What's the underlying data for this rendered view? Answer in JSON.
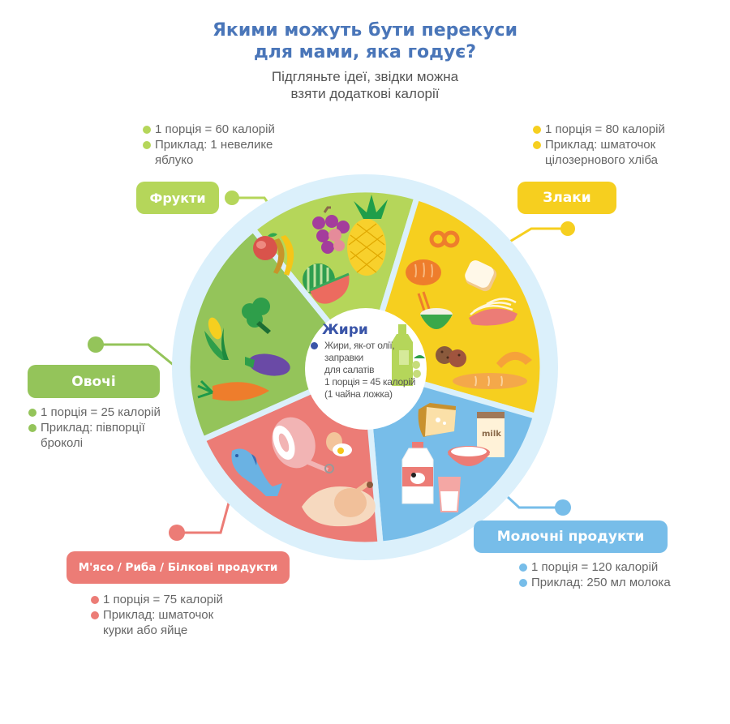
{
  "header": {
    "title_line1": "Якими можуть бути перекуси",
    "title_line2": "для мами, яка годує?",
    "subtitle_line1": "Підгляньте ідеї, звідки можна",
    "subtitle_line2": "взяти додаткові калорії"
  },
  "colors": {
    "fruits": "#b5d65a",
    "grains": "#f6cf1f",
    "dairy": "#77bde9",
    "protein": "#ec7c76",
    "vegetables": "#94c45a",
    "ring": "#dbf0fb",
    "fats_accent": "#3a55a8"
  },
  "chart_data": {
    "type": "pie",
    "title": "Якими можуть бути перекуси для мами, яка годує?",
    "slices": [
      {
        "name": "Фрукти",
        "calories_per_portion": 60,
        "example": "1 невелике яблуко",
        "start_deg": -129,
        "end_deg": -73
      },
      {
        "name": "Злаки",
        "calories_per_portion": 80,
        "example": "шматочок цілозернового хліба",
        "start_deg": -73,
        "end_deg": 16
      },
      {
        "name": "Молочні продукти",
        "calories_per_portion": 120,
        "example": "250 мл молока",
        "start_deg": 16,
        "end_deg": 85
      },
      {
        "name": "М'ясо / Риба / Білкові продукти",
        "calories_per_portion": 75,
        "example": "шматочок курки або яйце",
        "start_deg": 85,
        "end_deg": 156
      },
      {
        "name": "Овочі",
        "calories_per_portion": 25,
        "example": "півпорції броколі",
        "start_deg": 156,
        "end_deg": 231
      }
    ],
    "center": {
      "name": "Жири",
      "calories_per_portion": 45
    }
  },
  "segments": {
    "fruits": {
      "label": "Фрукти",
      "line1": "1 порція = 60 калорій",
      "line2": "Приклад: 1 невелике",
      "line3": "яблуко"
    },
    "grains": {
      "label": "Злаки",
      "line1": "1 порція = 80 калорій",
      "line2": "Приклад: шматочок",
      "line3": "цілозернового хліба"
    },
    "vegetables": {
      "label": "Овочі",
      "line1": "1 порція = 25 калорій",
      "line2": "Приклад: півпорції",
      "line3": "броколі"
    },
    "protein": {
      "label": "М'ясо / Риба / Білкові продукти",
      "line1": "1 порція = 75 калорій",
      "line2": "Приклад: шматочок",
      "line3": "курки або яйце"
    },
    "dairy": {
      "label": "Молочні продукти",
      "line1": "1 порція = 120 калорій",
      "line2": "Приклад: 250 мл молока"
    },
    "fats": {
      "label": "Жири",
      "line1": "Жири, як-от олії,",
      "line2": "заправки",
      "line3": "для салатів",
      "line4": "1 порція = 45 калорій",
      "line5": "(1 чайна ложка)"
    }
  },
  "icons": {
    "fruits": [
      "apple-icon",
      "banana-icon",
      "grapes-icon",
      "pineapple-icon",
      "watermelon-icon"
    ],
    "grains": [
      "pretzel-icon",
      "bread-loaf-icon",
      "toast-icon",
      "rice-bowl-icon",
      "noodles-icon",
      "cookies-icon",
      "croissant-icon",
      "baguette-icon"
    ],
    "dairy": [
      "cheese-icon",
      "milk-carton-icon",
      "milk-bottle-icon",
      "yogurt-bowl-icon",
      "milk-glass-icon"
    ],
    "protein": [
      "fish-icon",
      "ham-icon",
      "egg-icon",
      "chicken-icon"
    ],
    "vegetables": [
      "broccoli-icon",
      "corn-icon",
      "eggplant-icon",
      "carrot-icon"
    ],
    "fats": [
      "oil-bottle-icon",
      "olives-icon"
    ],
    "milk_label": "milk"
  }
}
